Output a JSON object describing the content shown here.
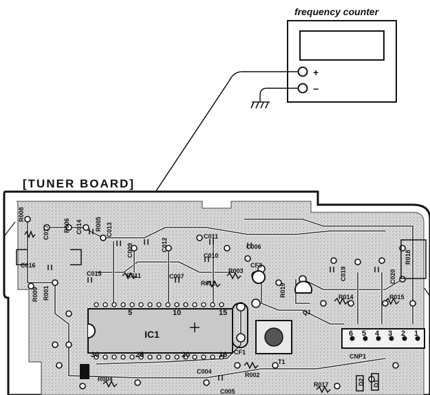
{
  "instrument": {
    "title": "frequency counter",
    "plus": "+",
    "minus": "−"
  },
  "board": {
    "title": "[TUNER BOARD]",
    "components": [
      {
        "id": "r008",
        "label": "R008"
      },
      {
        "id": "c017",
        "label": "C017"
      },
      {
        "id": "r006",
        "label": "R006"
      },
      {
        "id": "c014",
        "label": "C014"
      },
      {
        "id": "r005",
        "label": "R005"
      },
      {
        "id": "c013",
        "label": "C013"
      },
      {
        "id": "c009",
        "label": "C009"
      },
      {
        "id": "c012",
        "label": "C012"
      },
      {
        "id": "c011",
        "label": "C011"
      },
      {
        "id": "c010",
        "label": "C010"
      },
      {
        "id": "c006",
        "label": "C006"
      },
      {
        "id": "cf3",
        "label": "CF3"
      },
      {
        "id": "r003",
        "label": "R003"
      },
      {
        "id": "c016",
        "label": "C016"
      },
      {
        "id": "c015",
        "label": "C015"
      },
      {
        "id": "r011",
        "label": "R011"
      },
      {
        "id": "c007",
        "label": "C007"
      },
      {
        "id": "r012",
        "label": "R012"
      },
      {
        "id": "r019",
        "label": "R019"
      },
      {
        "id": "q1",
        "label": "Q1"
      },
      {
        "id": "c019",
        "label": "C019"
      },
      {
        "id": "c020",
        "label": "C020"
      },
      {
        "id": "r018",
        "label": "R018"
      },
      {
        "id": "r014",
        "label": "R014"
      },
      {
        "id": "r015",
        "label": "R015"
      },
      {
        "id": "r001",
        "label": "R001"
      },
      {
        "id": "r009",
        "label": "R009"
      },
      {
        "id": "ic1",
        "label": "IC1"
      },
      {
        "id": "cf1",
        "label": "CF1"
      },
      {
        "id": "t1",
        "label": "T1"
      },
      {
        "id": "cnp1",
        "label": "CNP1"
      },
      {
        "id": "r004",
        "label": "R004"
      },
      {
        "id": "c004",
        "label": "C004"
      },
      {
        "id": "r002",
        "label": "R002"
      },
      {
        "id": "c005",
        "label": "C005"
      },
      {
        "id": "r017",
        "label": "R017"
      },
      {
        "id": "d2",
        "label": "D2"
      },
      {
        "id": "d1",
        "label": "D1"
      }
    ],
    "ic_pins": {
      "p5": "5",
      "p10": "10",
      "p15": "15",
      "p30": "30",
      "p25": "25",
      "p20": "20",
      "p16": "16"
    },
    "cnp1_pins": [
      "6",
      "5",
      "4",
      "3",
      "2",
      "1"
    ]
  }
}
